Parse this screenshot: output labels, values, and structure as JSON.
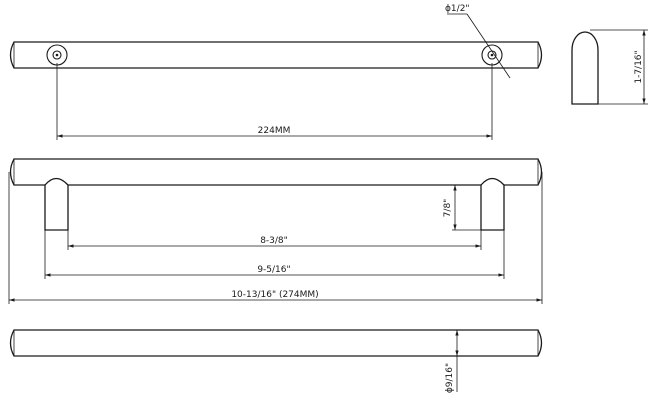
{
  "drawing": {
    "dimensions": {
      "hole_diameter": "ϕ1/2\"",
      "center_to_center_mm": "224MM",
      "projection": "7/8\"",
      "inner_span": "8-3/8\"",
      "post_span": "9-5/16\"",
      "overall_length": "10-13/16\" (274MM)",
      "side_height": "1-7/16\"",
      "bar_diameter": "ϕ9/16\""
    }
  }
}
